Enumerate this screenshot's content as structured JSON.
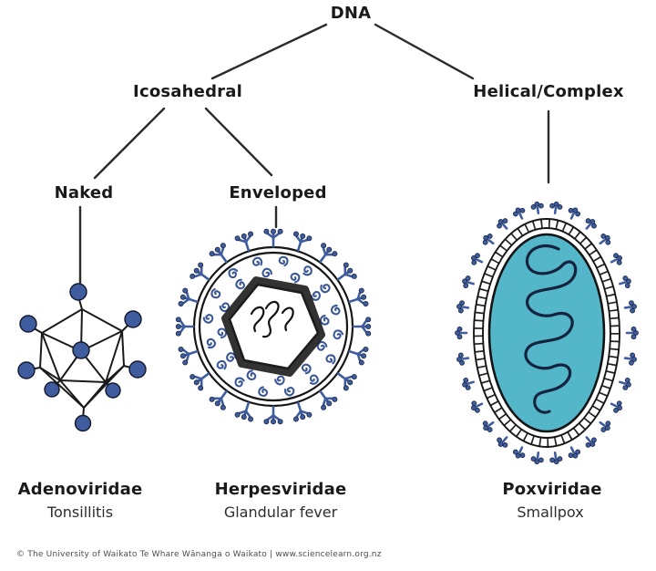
{
  "diagram": {
    "root_label": "DNA",
    "level1": {
      "icosahedral": "Icosahedral",
      "helical_complex": "Helical/Complex"
    },
    "level2": {
      "naked": "Naked",
      "enveloped": "Enveloped"
    },
    "families": [
      {
        "name": "Adenoviridae",
        "disease": "Tonsillitis"
      },
      {
        "name": "Herpesviridae",
        "disease": "Glandular fever"
      },
      {
        "name": "Poxviridae",
        "disease": "Smallpox"
      }
    ],
    "illustrations": [
      {
        "icon": "icosahedral-capsid-icon",
        "description_color": "#3e5c9e"
      },
      {
        "icon": "enveloped-virus-icon",
        "description_color": "#54b6c9"
      },
      {
        "icon": "oval-pox-virus-icon",
        "description_color": "#54b6c9"
      }
    ]
  },
  "footer": {
    "credit": "© The University of Waikato Te Whare Wānanga o Waikato | www.sciencelearn.org.nz"
  },
  "colors": {
    "teal": "#54b6c9",
    "virus_blue": "#3e5c9e",
    "virus_blue_dark": "#16233f",
    "curl_blue": "#3a5795",
    "connector": "#2b2b2b",
    "text": "#1a1a1a"
  }
}
